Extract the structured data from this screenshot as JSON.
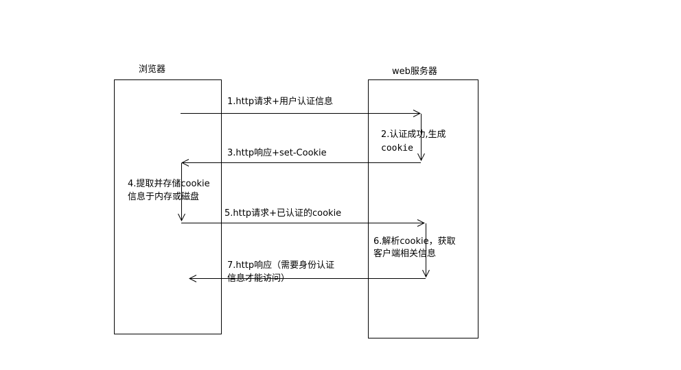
{
  "participants": {
    "browser": "浏览器",
    "server": "web服务器"
  },
  "steps": {
    "s1": "1.http请求+用户认证信息",
    "s2_line1": "2.认证成功,生成",
    "s2_line2": "cookie",
    "s3": "3.http响应+set-Cookie",
    "s4_line1": "4.提取并存储cookie",
    "s4_line2": "信息于内存或磁盘",
    "s5": "5.http请求+已认证的cookie",
    "s6_line1": "6.解析cookie，获取",
    "s6_line2": "客户端相关信息",
    "s7_line1": "7.http响应（需要身份认证",
    "s7_line2": "信息才能访问）"
  }
}
